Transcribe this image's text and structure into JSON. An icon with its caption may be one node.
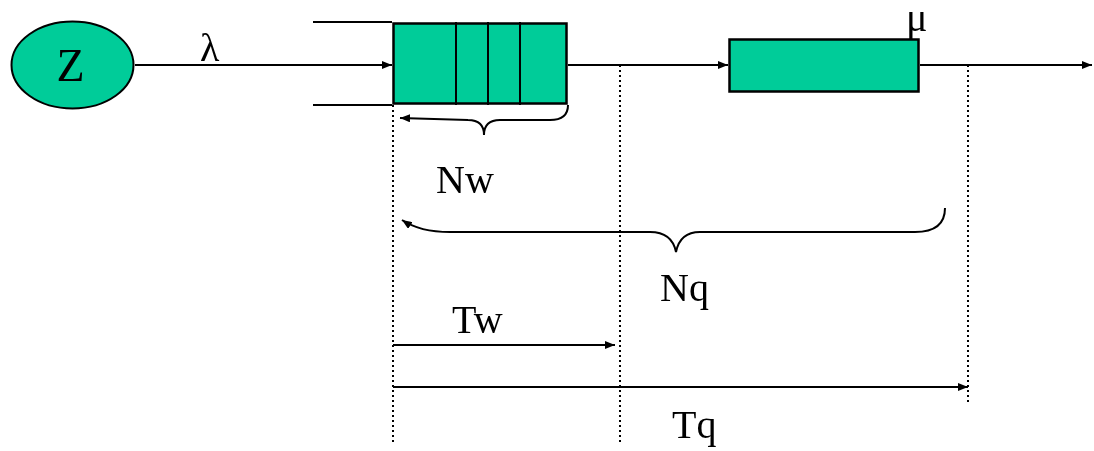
{
  "diagram": {
    "nodes": [
      {
        "text": [
          "Z"
        ]
      },
      {
        "text": [],
        "shape": "box"
      },
      {
        "text": [],
        "shape": "box",
        "beside": [
          "μ"
        ]
      }
    ],
    "edges": [
      {
        "from": 0,
        "to": 1,
        "arrow": "to",
        "label": "λ"
      },
      {
        "from": 1,
        "to": 2,
        "arrow": "to"
      },
      {
        "from": 2,
        "to": null,
        "arrow": "to"
      }
    ],
    "labels": [
      "Nw",
      "Nq",
      "Tw",
      "Tq"
    ]
  }
}
